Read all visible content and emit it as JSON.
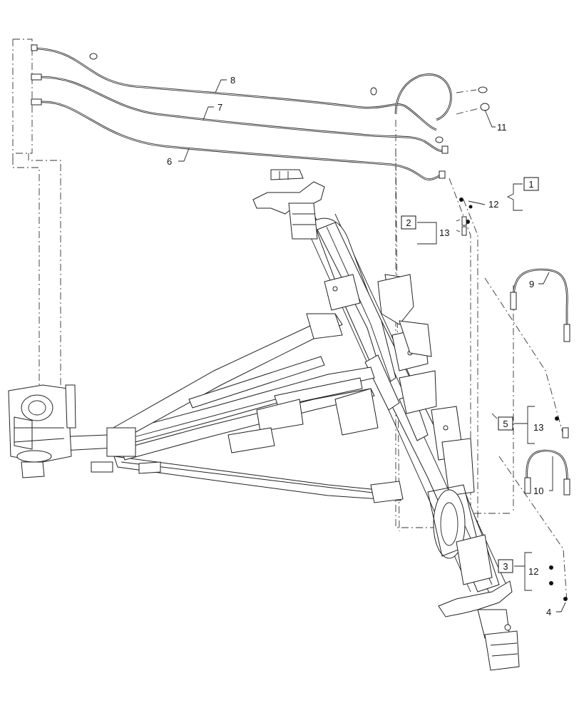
{
  "callouts": {
    "c1": "1",
    "c2": "2",
    "c3": "3",
    "c4": "4",
    "c5": "5",
    "c6": "6",
    "c7": "7",
    "c8": "8",
    "c9": "9",
    "c10": "10",
    "c11": "11",
    "c12a": "12",
    "c12b": "12",
    "c13a": "13",
    "c13b": "13"
  }
}
